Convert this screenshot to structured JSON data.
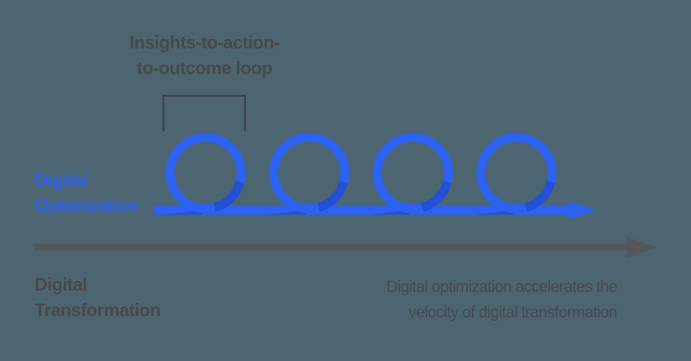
{
  "colors": {
    "background": "#4C6570",
    "accent_blue": "#2B62F2",
    "blue_label_text": "#2A60EE",
    "loop_shadow_blue": "#1C3EB5",
    "bracket_gray": "#454349",
    "annotation_gray": "#4A484B",
    "transformation_arrow_gray": "#54565A",
    "gray_label_text": "#4C4849",
    "caption_gray": "#4B4950"
  },
  "loop_annotation": {
    "line1": "Insights-to-action-",
    "line2": "to-outcome loop"
  },
  "digital_optimization_label": {
    "line1": "Digital",
    "line2": "Optimization"
  },
  "digital_transformation_label": {
    "line1": "Digital",
    "line2": "Transformation"
  },
  "caption": {
    "line1": "Digital optimization accelerates the",
    "line2": "velocity of digital transformation"
  },
  "diagram": {
    "loop_count": 4,
    "optimization_track": "blue-loop-arrow",
    "transformation_track": "gray-straight-arrow"
  }
}
